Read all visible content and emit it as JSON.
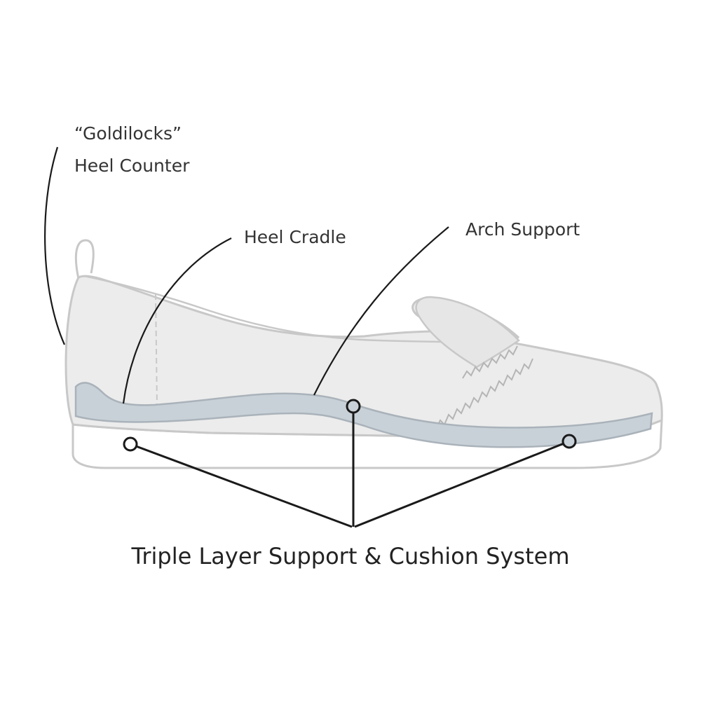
{
  "callouts": {
    "goldilocks_line1": "“Goldilocks”",
    "goldilocks_line2": "Heel Counter",
    "heel_cradle": "Heel Cradle",
    "arch_support": "Arch Support",
    "system": "Triple Layer Support & Cushion System"
  },
  "colors": {
    "upper_fill": "#ececec",
    "upper_stroke": "#c8c8c8",
    "insole_fill": "#c9d1d8",
    "insole_stroke": "#aab2ba",
    "sole_fill": "#ffffff",
    "leader": "#1a1a1a",
    "stitch": "#b5b5b5"
  }
}
